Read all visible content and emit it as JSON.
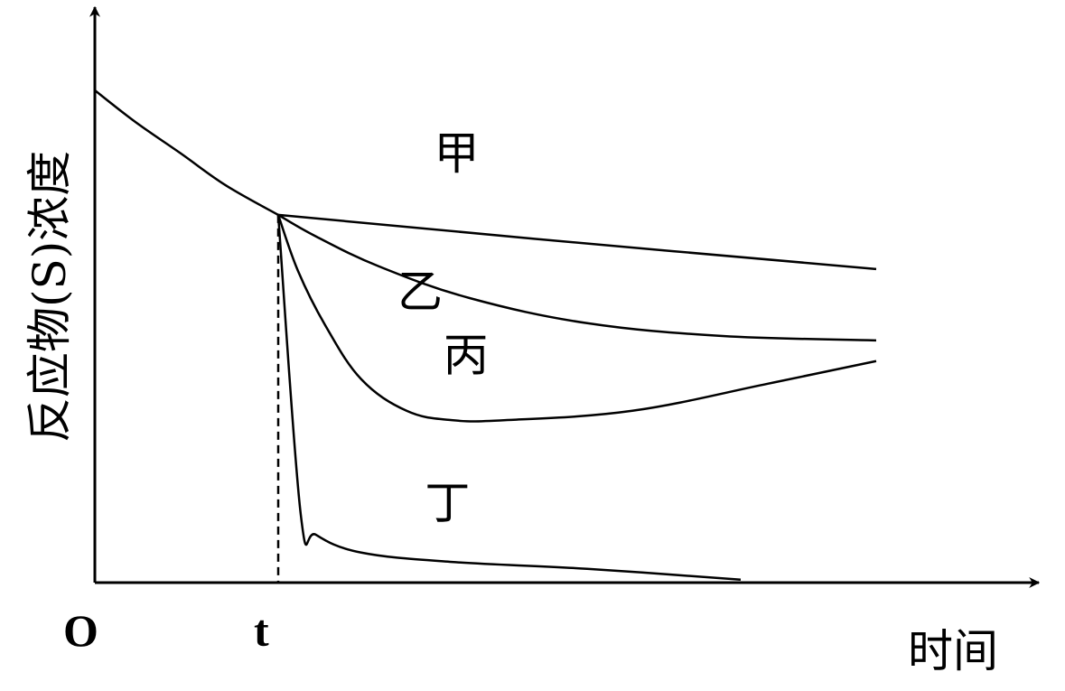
{
  "chart_data": {
    "type": "line",
    "title": "",
    "xlabel": "时间",
    "ylabel": "反应物(S)浓度",
    "origin_label": "O",
    "x_ticks": [
      {
        "value": 1.0,
        "label": "t"
      }
    ],
    "xlim": [
      0,
      5.2
    ],
    "ylim": [
      0,
      1.17
    ],
    "grid": false,
    "initial_curve": {
      "name": "",
      "points": [
        [
          0,
          1.0
        ],
        [
          0.22,
          0.936
        ],
        [
          0.468,
          0.872
        ],
        [
          0.714,
          0.807
        ],
        [
          1.0,
          0.747
        ]
      ]
    },
    "series": [
      {
        "name": "甲",
        "label_at": [
          1.85,
          0.84
        ],
        "points": [
          [
            1.0,
            0.747
          ],
          [
            2.438,
            0.697
          ],
          [
            4.261,
            0.637
          ]
        ]
      },
      {
        "name": "乙",
        "label_at": [
          1.65,
          0.56
        ],
        "points": [
          [
            1.0,
            0.747
          ],
          [
            1.207,
            0.703
          ],
          [
            1.552,
            0.642
          ],
          [
            2.044,
            0.578
          ],
          [
            2.685,
            0.527
          ],
          [
            3.424,
            0.501
          ],
          [
            4.261,
            0.492
          ]
        ]
      },
      {
        "name": "丙",
        "label_at": [
          1.9,
          0.43
        ],
        "points": [
          [
            1.0,
            0.747
          ],
          [
            1.108,
            0.633
          ],
          [
            1.256,
            0.523
          ],
          [
            1.453,
            0.413
          ],
          [
            1.7,
            0.349
          ],
          [
            1.946,
            0.33
          ],
          [
            2.241,
            0.33
          ],
          [
            2.931,
            0.349
          ],
          [
            3.67,
            0.404
          ],
          [
            4.261,
            0.45
          ]
        ]
      },
      {
        "name": "丁",
        "label_at": [
          1.8,
          0.13
        ],
        "points": [
          [
            1.0,
            0.747
          ],
          [
            1.123,
            0.138
          ],
          [
            1.207,
            0.097
          ],
          [
            1.453,
            0.061
          ],
          [
            1.946,
            0.042
          ],
          [
            2.685,
            0.028
          ],
          [
            3.522,
            0.006
          ]
        ]
      }
    ],
    "annotations": [
      {
        "type": "dashed-vertical",
        "x": 1.0
      }
    ]
  }
}
